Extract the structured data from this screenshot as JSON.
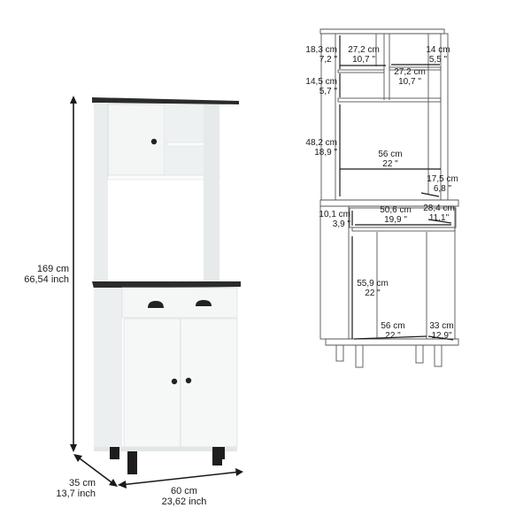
{
  "product_view": {
    "overall_dimensions": {
      "height": {
        "cm": "169 cm",
        "inch": "66,54 inch"
      },
      "depth": {
        "cm": "35 cm",
        "inch": "13,7 inch"
      },
      "width": {
        "cm": "60 cm",
        "inch": "23,62 inch"
      }
    },
    "colors": {
      "body": "#f2f4f4",
      "top": "#2b2b2b",
      "legs": "#1e1e1e",
      "handles": "#222222"
    }
  },
  "schematic_view": {
    "upper": {
      "top_cabinet_height": {
        "cm": "18,3 cm",
        "inch": "7,2 \""
      },
      "top_left_width": {
        "cm": "27,2 cm",
        "inch": "10,7 \""
      },
      "top_right_depth": {
        "cm": "14 cm",
        "inch": "5,5 \""
      },
      "top_right_width": {
        "cm": "27,2 cm",
        "inch": "10,7 \""
      },
      "lower_shelf_height": {
        "cm": "14,5 cm",
        "inch": "5,7 \""
      },
      "open_space_height": {
        "cm": "48,2 cm",
        "inch": "18,9 \""
      },
      "open_space_width": {
        "cm": "56 cm",
        "inch": "22 \""
      },
      "open_space_depth": {
        "cm": "17,5 cm",
        "inch": "6,8 \""
      }
    },
    "lower": {
      "drawer_height": {
        "cm": "10,1 cm",
        "inch": "3,9 \""
      },
      "drawer_width": {
        "cm": "50,6 cm",
        "inch": "19,9 \""
      },
      "drawer_depth": {
        "cm": "28,4 cm",
        "inch": "11,1\""
      },
      "cabinet_height": {
        "cm": "55,9 cm",
        "inch": "22 \""
      },
      "cabinet_width": {
        "cm": "56 cm",
        "inch": "22 \""
      },
      "cabinet_depth": {
        "cm": "33 cm",
        "inch": "12,9\""
      }
    }
  }
}
